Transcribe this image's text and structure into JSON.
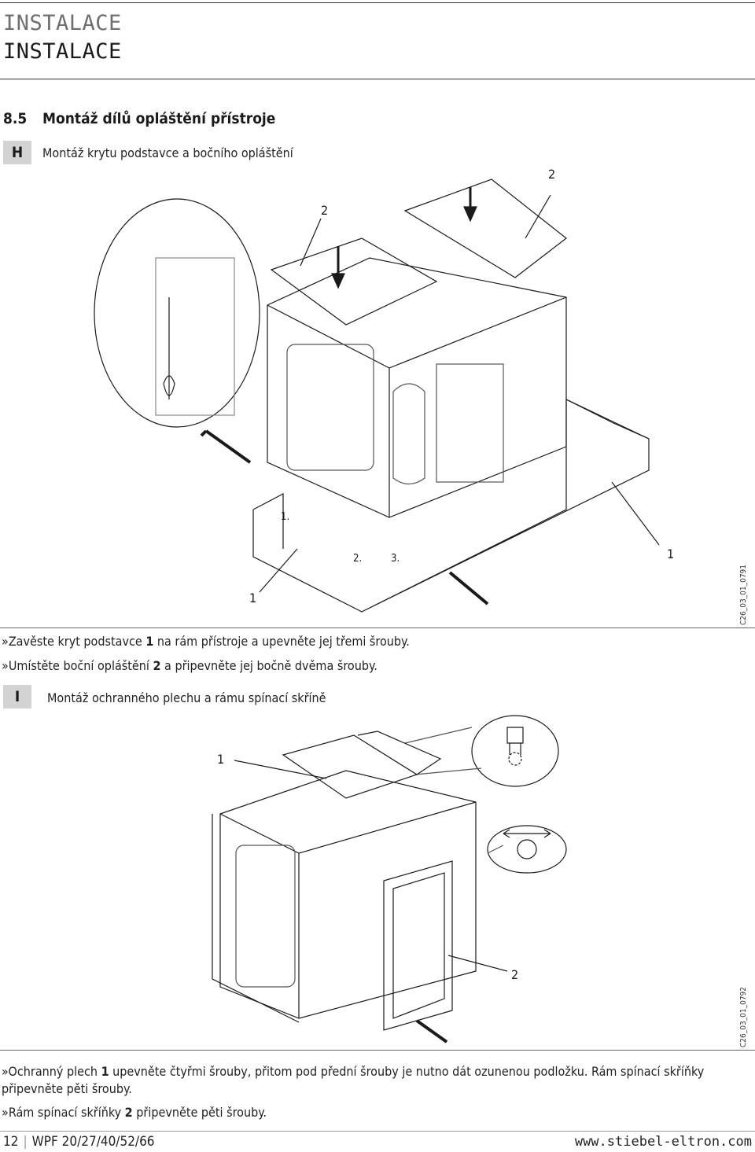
{
  "header": {
    "line1": "INSTALACE",
    "line2": "INSTALACE"
  },
  "section": {
    "number": "8.5",
    "title": "Montáž dílů opláštění přístroje"
  },
  "figure_h": {
    "letter": "H",
    "title": "Montáž krytu podstavce a bočního opláštění",
    "code": "C26_03_01_0791",
    "callouts": [
      "2",
      "2",
      "1",
      "1",
      "1.",
      "2.",
      "3."
    ]
  },
  "instructions_h": [
    {
      "marker": "»",
      "pre": "Zavěste kryt podstavce ",
      "num": "1",
      "post": " na rám přístroje a upevněte jej třemi šrouby."
    },
    {
      "marker": "»",
      "pre": "Umístěte boční opláštění ",
      "num": "2",
      "post": " a připevněte jej bočně dvěma šrouby."
    }
  ],
  "figure_i": {
    "letter": "I",
    "title": "Montáž ochranného plechu a rámu spínací skříně",
    "code": "C26_03_01_0792",
    "callouts": [
      "1",
      "2"
    ]
  },
  "instructions_i": [
    {
      "marker": "»",
      "pre": "Ochranný plech ",
      "num": "1",
      "post": " upevněte čtyřmi šrouby, přitom pod přední šrouby je nutno dát ozunenou podložku. Rám spínací skříňky připevněte pěti šrouby."
    },
    {
      "marker": "»",
      "pre": "Rám spínací skříňky ",
      "num": "2",
      "post": " připevněte pěti šrouby."
    }
  ],
  "footer": {
    "page": "12",
    "model": "WPF 20/27/40/52/66",
    "url": "www.stiebel-eltron.com"
  }
}
